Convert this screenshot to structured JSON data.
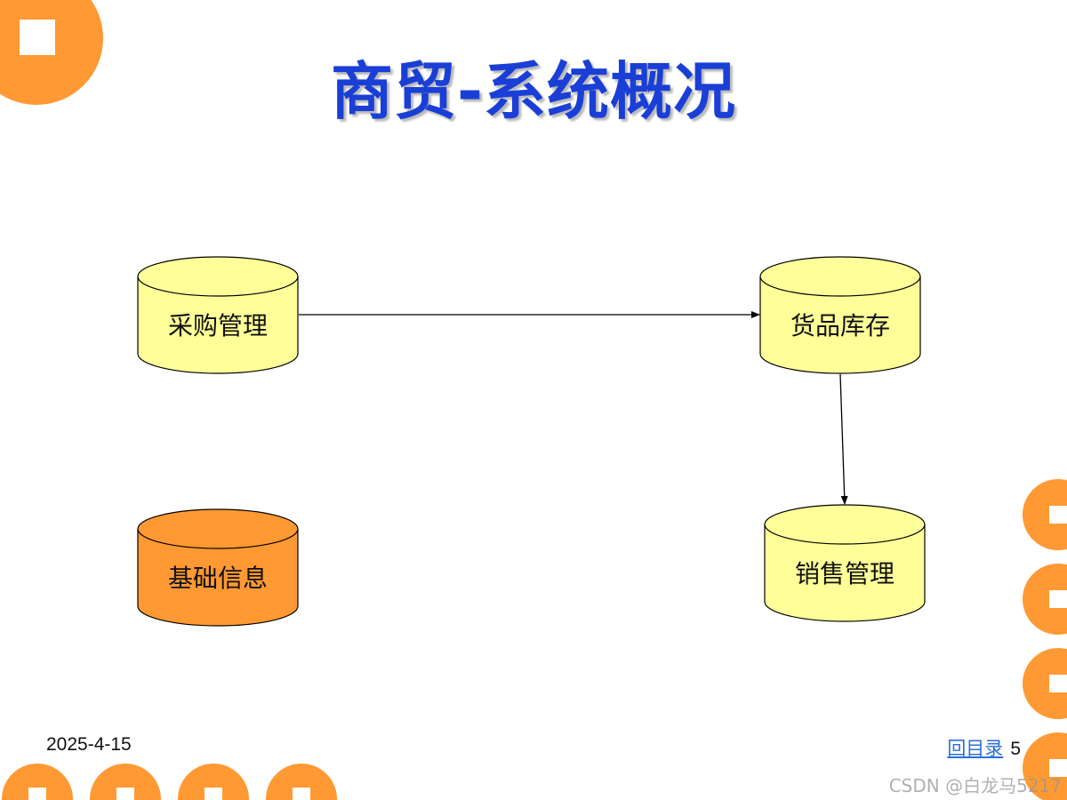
{
  "slide": {
    "title": "商贸-系统概况",
    "date": "2025-4-15",
    "back_link": "回目录",
    "page_number": "5",
    "watermark": "CSDN @白龙马5217"
  },
  "diagram": {
    "nodes": [
      {
        "id": "purchase",
        "label": "采购管理"
      },
      {
        "id": "inventory",
        "label": "货品库存"
      },
      {
        "id": "sales",
        "label": "销售管理"
      },
      {
        "id": "basic",
        "label": "基础信息"
      }
    ],
    "edges": [
      {
        "from": "purchase",
        "to": "inventory"
      },
      {
        "from": "inventory",
        "to": "sales"
      }
    ]
  },
  "colors": {
    "title": "#1a3fd6",
    "accent_orange": "#ff9933",
    "node_yellow": "#ffff99",
    "node_orange": "#ff9933",
    "link": "#2a6fd8"
  },
  "icons": [
    "square-bullet-icon"
  ]
}
